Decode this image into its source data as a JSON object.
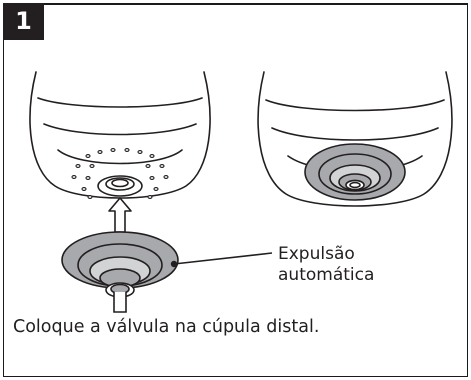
{
  "step": {
    "number": "1"
  },
  "figure": {
    "callout": {
      "line1": "Expulsão",
      "line2": "automática"
    },
    "icons": {
      "left": "breast-shield-dome-without-valve",
      "right": "breast-shield-dome-with-valve",
      "part": "valve",
      "direction": "arrow-up"
    }
  },
  "caption": {
    "text": "Coloque a válvula na cúpula distal."
  },
  "colors": {
    "ink": "#231f20",
    "valve_fill": "#a7a9ac",
    "valve_light": "#d1d3d4",
    "background": "#ffffff"
  }
}
